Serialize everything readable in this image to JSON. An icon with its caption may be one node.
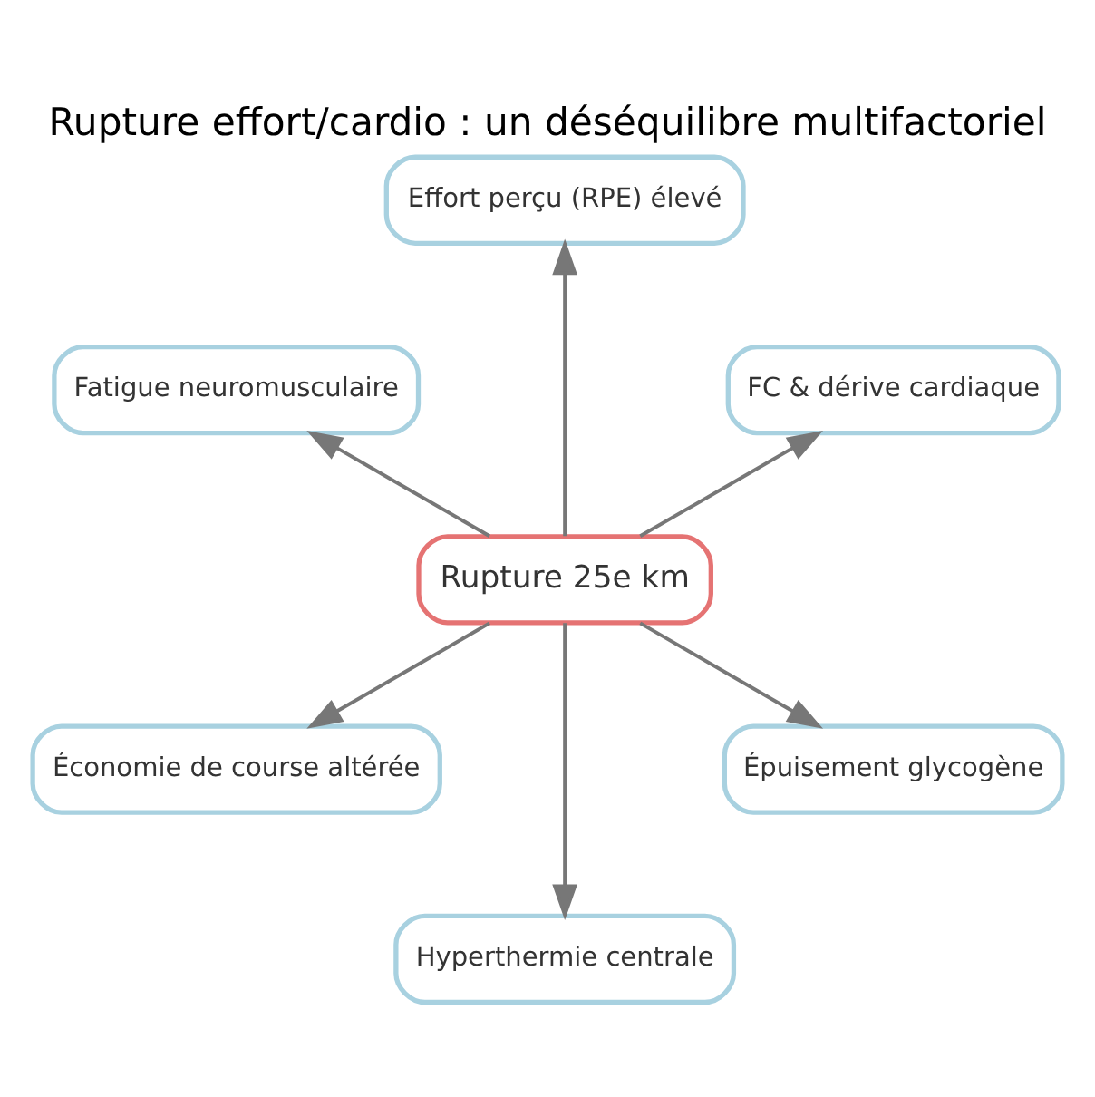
{
  "diagram": {
    "title": "Rupture effort/cardio : un déséquilibre multifactoriel",
    "nodes": [
      {
        "text": [
          "FC & dérive cardiaque"
        ]
      },
      {
        "text": [
          "Effort perçu (RPE) élevé"
        ]
      },
      {
        "text": [
          "Fatigue neuromusculaire"
        ]
      },
      {
        "text": [
          "Rupture 25e km"
        ]
      },
      {
        "text": [
          "Économie de course altérée"
        ]
      },
      {
        "text": [
          "Hyperthermie centrale"
        ]
      },
      {
        "text": [
          "Épuisement glycogène"
        ]
      }
    ],
    "edges": [
      {
        "from": 3,
        "to": 0,
        "arrow": "to"
      },
      {
        "from": 3,
        "to": 2,
        "arrow": "to"
      },
      {
        "from": 3,
        "to": 5,
        "arrow": "to"
      },
      {
        "from": 3,
        "to": 6,
        "arrow": "to"
      },
      {
        "from": 3,
        "to": 4,
        "arrow": "to"
      },
      {
        "from": 3,
        "to": 1,
        "arrow": "to"
      }
    ]
  }
}
